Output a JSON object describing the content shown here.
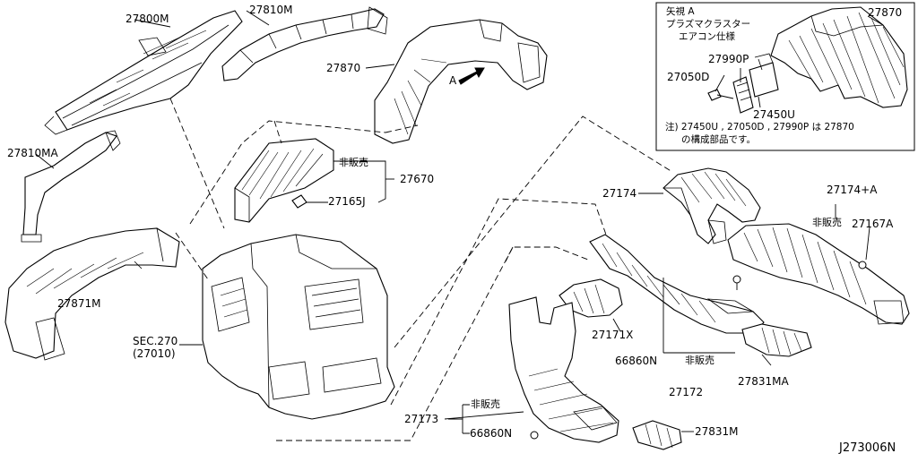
{
  "parts": {
    "p27800M": "27800M",
    "p27810M": "27810M",
    "p27870_main": "27870",
    "p27810MA": "27810MA",
    "p27871M": "27871M",
    "p27670": "27670",
    "p27165J": "27165J",
    "hihanbai_1": "非販売",
    "sec270": "SEC.270",
    "sec270_sub": "(27010)",
    "p27174": "27174",
    "p27174A": "27174+A",
    "hihanbai_2": "非販売",
    "p27167A": "27167A",
    "p27171X": "27171X",
    "p66860N_1": "66860N",
    "hihanbai_3": "非販売",
    "p27172": "27172",
    "p27831MA": "27831MA",
    "p27173": "27173",
    "hihanbai_4": "非販売",
    "p66860N_2": "66860N",
    "p27831M": "27831M",
    "arrow_a": "A"
  },
  "inset": {
    "line1": "矢視 A",
    "line2": "プラズマクラスター",
    "line3": "エアコン仕様",
    "p27870": "27870",
    "p27990P": "27990P",
    "p27050D": "27050D",
    "p27450U": "27450U",
    "note_line1": "注) 27450U , 27050D , 27990P は 27870",
    "note_line2": "の構成部品です。"
  },
  "diagram_id": "J273006N"
}
